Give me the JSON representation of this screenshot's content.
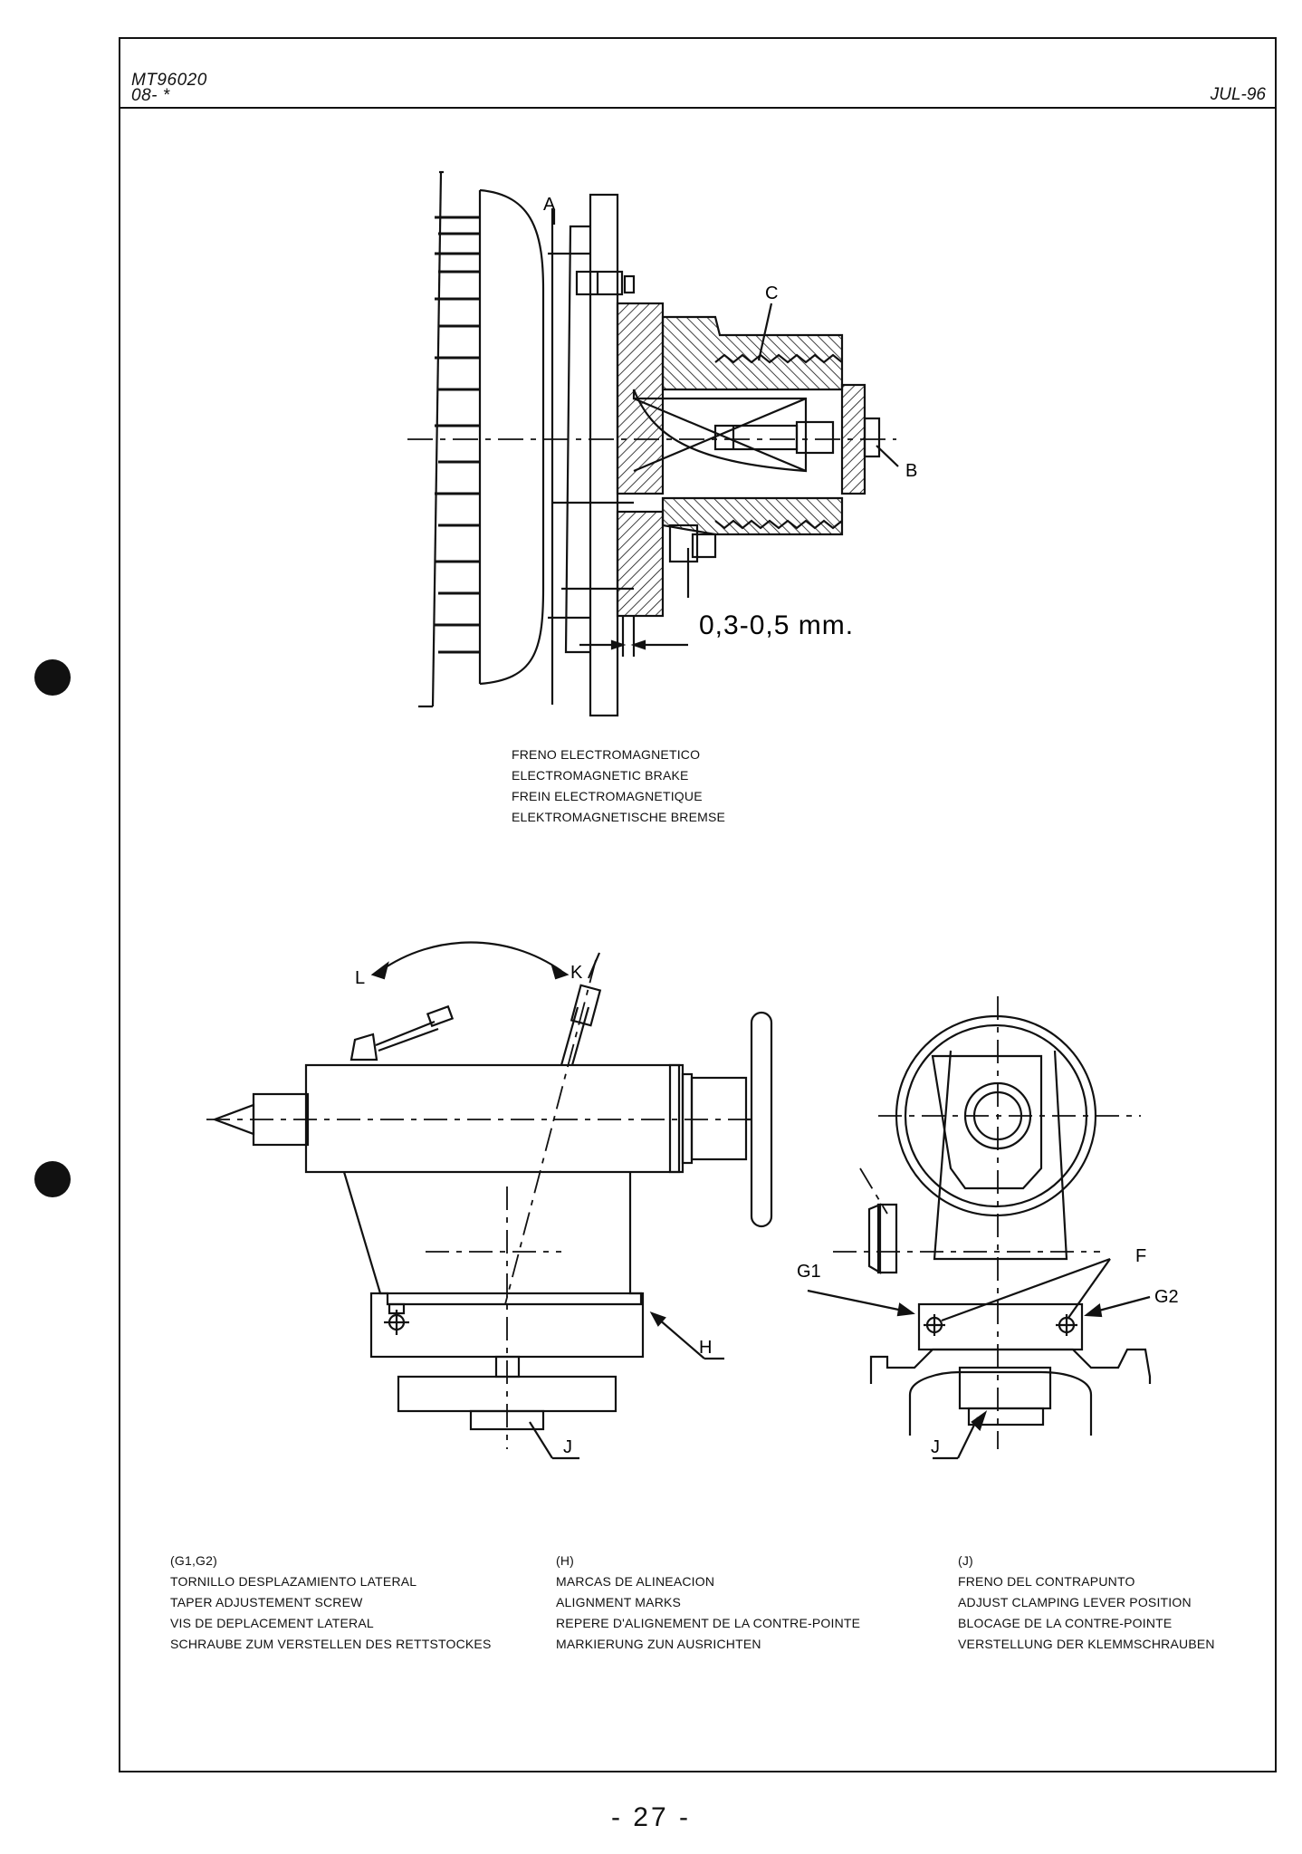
{
  "header": {
    "doc_code_line1": "MT96020",
    "doc_code_line2": "08- *",
    "date": "JUL-96"
  },
  "brake_figure": {
    "labels": {
      "a": "A",
      "b": "B",
      "c": "C"
    },
    "dimension": "0,3-0,5  mm.",
    "caption": [
      "FRENO ELECTROMAGNETICO",
      "ELECTROMAGNETIC BRAKE",
      "FREIN ELECTROMAGNETIQUE",
      "ELEKTROMAGNETISCHE BREMSE"
    ]
  },
  "tailstock_figure": {
    "labels": {
      "l": "L",
      "k": "K",
      "h": "H",
      "j_side": "J",
      "f": "F",
      "g1": "G1",
      "g2": "G2",
      "j_front": "J"
    }
  },
  "captions": {
    "g1g2": {
      "key": "(G1,G2)",
      "lines": [
        "TORNILLO DESPLAZAMIENTO LATERAL",
        "TAPER ADJUSTEMENT SCREW",
        "VIS DE DEPLACEMENT LATERAL",
        "SCHRAUBE ZUM VERSTELLEN DES RETTSTOCKES"
      ]
    },
    "h": {
      "key": "(H)",
      "lines": [
        "MARCAS DE ALINEACION",
        "ALIGNMENT MARKS",
        "REPERE D'ALIGNEMENT DE LA CONTRE-POINTE",
        "MARKIERUNG ZUN AUSRICHTEN"
      ]
    },
    "j": {
      "key": "(J)",
      "lines": [
        "FRENO DEL CONTRAPUNTO",
        "ADJUST CLAMPING LEVER POSITION",
        "BLOCAGE DE LA CONTRE-POINTE",
        "VERSTELLUNG DER KLEMMSCHRAUBEN"
      ]
    }
  },
  "footer": {
    "page_number": "- 27 -"
  }
}
